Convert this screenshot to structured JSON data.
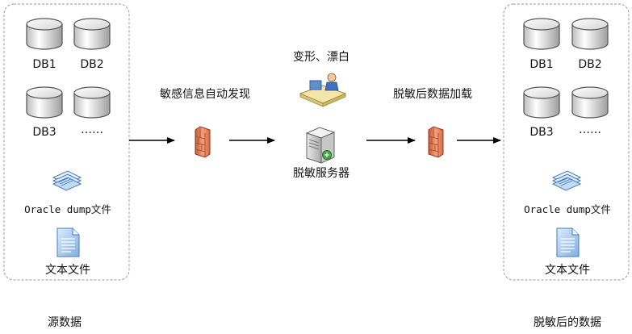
{
  "source": {
    "databases": [
      "DB1",
      "DB2",
      "DB3",
      "……"
    ],
    "dump_file": "Oracle dump文件",
    "text_file": "文本文件",
    "caption": "源数据"
  },
  "target": {
    "databases": [
      "DB1",
      "DB2",
      "DB3",
      "……"
    ],
    "dump_file": "Oracle dump文件",
    "text_file": "文本文件",
    "caption": "脱敏后的数据"
  },
  "process": {
    "detect_label": "敏感信息自动发现",
    "transform_label": "变形、漂白",
    "server_label": "脱敏服务器",
    "load_label": "脱敏后数据加载"
  },
  "icons": {
    "database": "database-cylinder-icon",
    "dump": "stacked-documents-icon",
    "text_file": "text-document-icon",
    "firewall": "firewall-brick-icon",
    "admin": "operator-workstation-icon",
    "server": "server-tower-icon"
  },
  "colors": {
    "panel_border": "#9a9a9a",
    "firewall": "#e07b52",
    "doc_blue": "#7faee0",
    "arrow": "#000000"
  }
}
